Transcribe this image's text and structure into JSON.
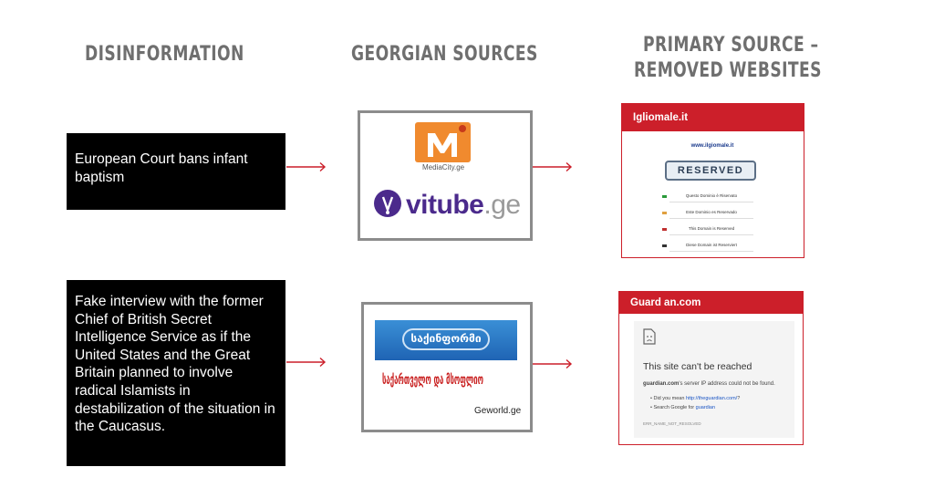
{
  "headers": {
    "disinformation": "DISINFORMATION",
    "georgian_sources": "GEORGIAN SOURCES",
    "primary_line1": "PRIMARY SOURCE –",
    "primary_line2": "REMOVED WEBSITES"
  },
  "rows": [
    {
      "claim": "European Court bans infant baptism",
      "sources": [
        {
          "name": "MediaCity.ge",
          "mark": "M"
        },
        {
          "name_main": "vitube",
          "name_suffix": ".ge"
        }
      ],
      "removed_site": {
        "title": "Igliomale.it",
        "url": "www.ilgiomale.it",
        "stamp": "RESERVED",
        "rows": [
          "Questo Dominio è Riservato",
          "Este Dominio es Reservado",
          "This Domain is Reserved",
          "Diese Domain ist Reserviert"
        ]
      }
    },
    {
      "claim": "Fake interview with the former Chief of British Secret Intelligence Service as if the United States and the Great Britain planned to involve radical Islamists in destabilization of the situation in the Caucasus.",
      "sources": [
        {
          "name": "საქინფორმი"
        },
        {
          "name": "საქართველო და მსოფლიო",
          "caption": "Geworld.ge"
        }
      ],
      "removed_site": {
        "title": "Guard an.com",
        "error_title": "This site can't be reached",
        "host": "guardian.com",
        "error_rest": "'s server IP address could not be found.",
        "suggest1_prefix": "Did you mean ",
        "suggest1_link": "http://theguardian.com/",
        "suggest1_suffix": "?",
        "suggest2_prefix": "Search Google for ",
        "suggest2_link": "guardian",
        "error_code": "ERR_NAME_NOT_RESOLVED"
      }
    }
  ],
  "colors": {
    "accent": "#cc1f2a",
    "header_text": "#6f6f6f",
    "claim_bg": "#000000"
  },
  "icons": [
    "arrow-right-icon",
    "sad-page-icon"
  ]
}
